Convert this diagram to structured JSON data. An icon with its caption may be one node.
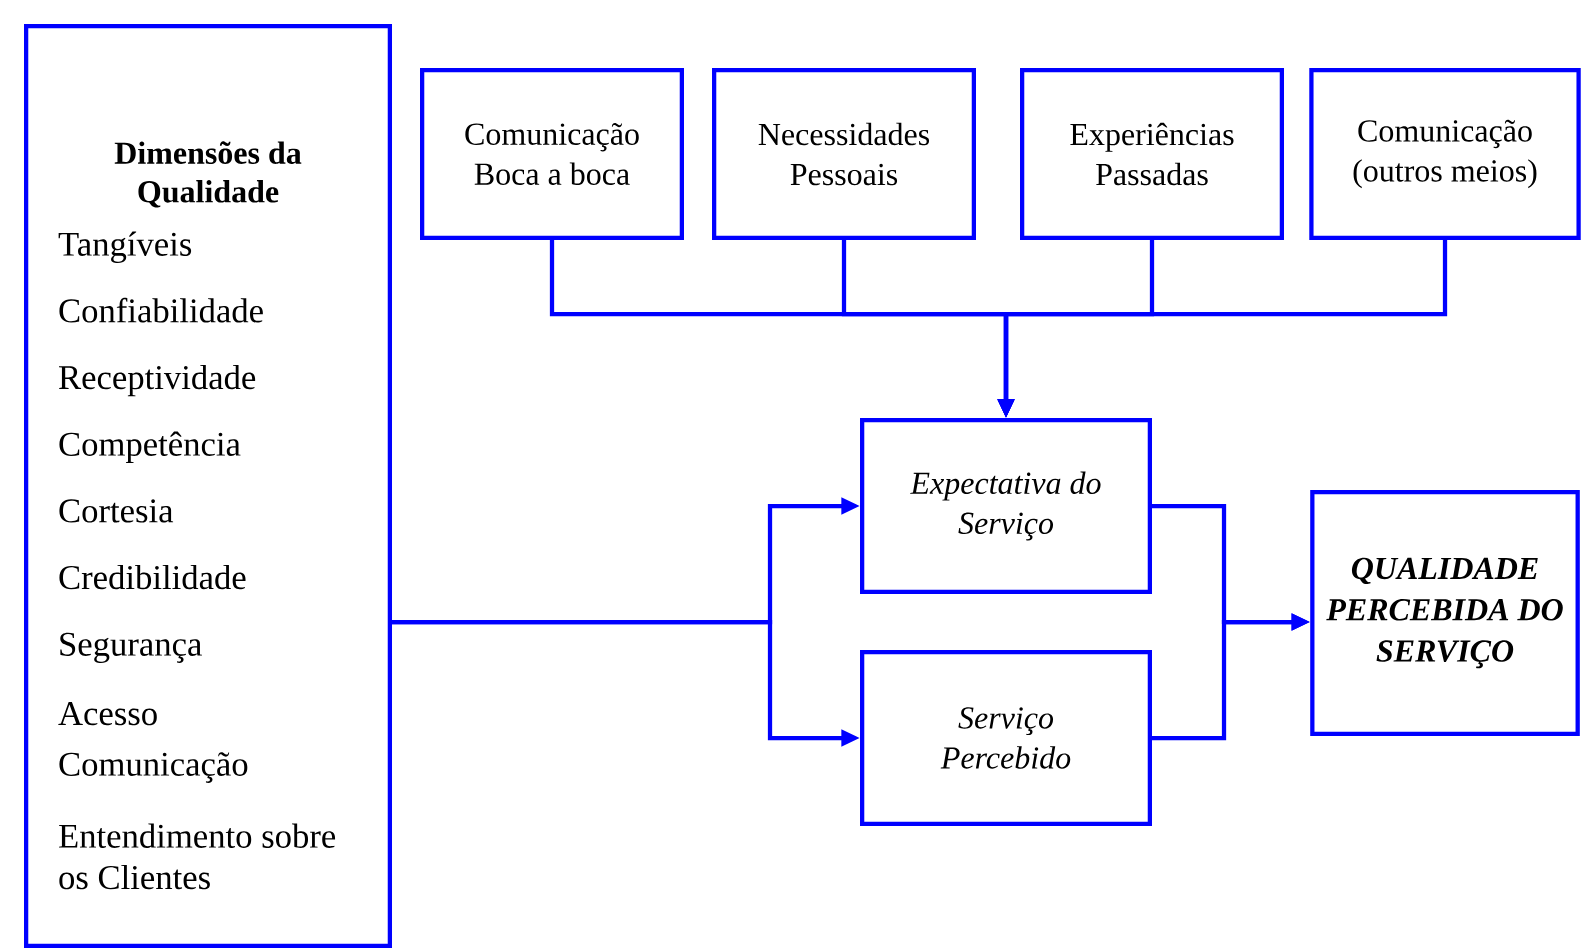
{
  "diagram": {
    "nodes": [
      {
        "text": [
          "Dimensões da Qualidade",
          "Tangíveis",
          "Confiabilidade",
          "Receptividade",
          "Competência",
          "Cortesia",
          "Credibilidade",
          "Segurança",
          "Acesso",
          "Comunicação",
          "Entendimento sobre os Clientes"
        ]
      },
      {
        "text": [
          "Comunicação Boca a boca"
        ]
      },
      {
        "text": [
          "Necessidades Pessoais"
        ]
      },
      {
        "text": [
          "Experiências Passadas"
        ]
      },
      {
        "text": [
          "Comunicação (outros meios)"
        ]
      },
      {
        "text": [
          "Expectativa do Serviço"
        ]
      },
      {
        "text": [
          "Serviço Percebido"
        ]
      },
      {
        "text": [
          "QUALIDADE PERCEBIDA DO SERVIÇO"
        ]
      }
    ],
    "edges": [
      {
        "from": 1,
        "to": 5,
        "arrow": "to"
      },
      {
        "from": 2,
        "to": 5,
        "arrow": "to"
      },
      {
        "from": 3,
        "to": 5,
        "arrow": "to"
      },
      {
        "from": 4,
        "to": 5,
        "arrow": "to"
      },
      {
        "from": 0,
        "to": 5,
        "arrow": "to"
      },
      {
        "from": 0,
        "to": 6,
        "arrow": "to"
      },
      {
        "from": 5,
        "to": 7,
        "arrow": "to"
      },
      {
        "from": 6,
        "to": 7,
        "arrow": "to"
      }
    ]
  }
}
